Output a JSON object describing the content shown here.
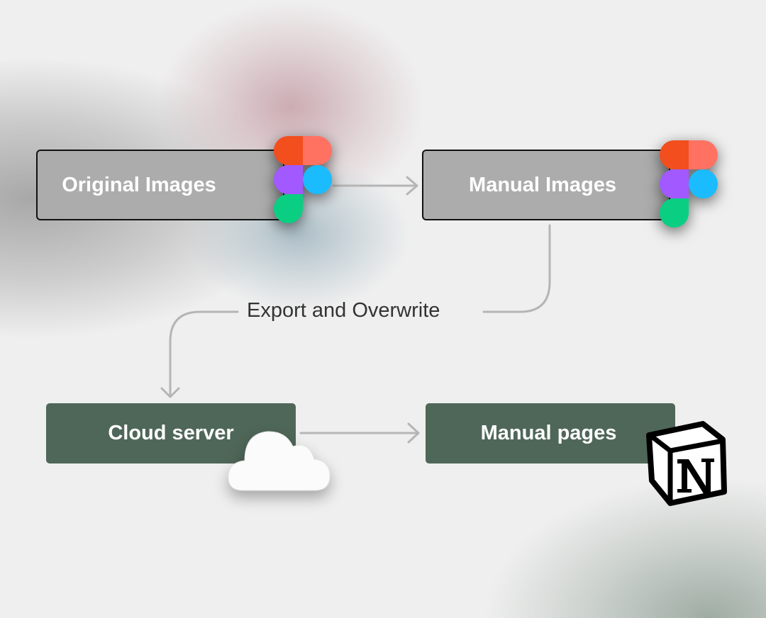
{
  "nodes": {
    "original_images": "Original Images",
    "manual_images": "Manual Images",
    "cloud_server": "Cloud server",
    "manual_pages": "Manual pages"
  },
  "edge_label": "Export and Overwrite",
  "icons": [
    "figma-logo",
    "figma-logo",
    "cloud-icon",
    "notion-logo"
  ],
  "colors": {
    "grey_box": "#acacac",
    "green_box": "#4f6758",
    "arrow": "#b5b5b5"
  }
}
